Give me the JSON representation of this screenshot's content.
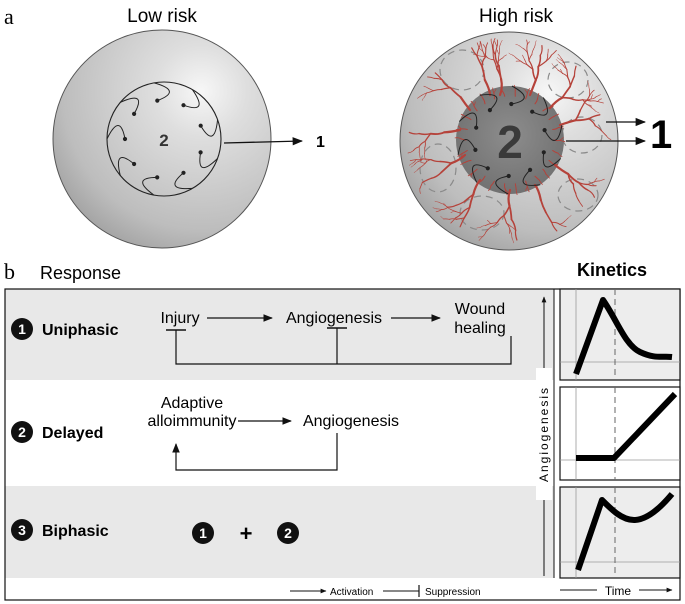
{
  "panel_a": {
    "letter": "a",
    "low": {
      "title": "Low risk",
      "inner": "2",
      "outer": "1"
    },
    "high": {
      "title": "High risk",
      "inner": "2",
      "outer": "1"
    }
  },
  "panel_b": {
    "letter": "b",
    "response_header": "Response",
    "kinetics_header": "Kinetics",
    "y_axis": "Angiogenesis",
    "x_axis": "Time",
    "rows": [
      {
        "num": "1",
        "label": "Uniphasic",
        "nodes": [
          "Injury",
          "Angiogenesis",
          "Wound",
          "healing"
        ]
      },
      {
        "num": "2",
        "label": "Delayed",
        "nodes": [
          "Adaptive",
          "alloimmunity",
          "Angiogenesis"
        ]
      },
      {
        "num": "3",
        "label": "Biphasic",
        "combo": [
          "1",
          "+",
          "2"
        ]
      }
    ],
    "legend": {
      "activation": "Activation",
      "suppression": "Suppression"
    }
  },
  "colors": {
    "vessel": "#b5423a",
    "row_shade": "#e8e8e8",
    "sphere": "#c9c9c9"
  }
}
